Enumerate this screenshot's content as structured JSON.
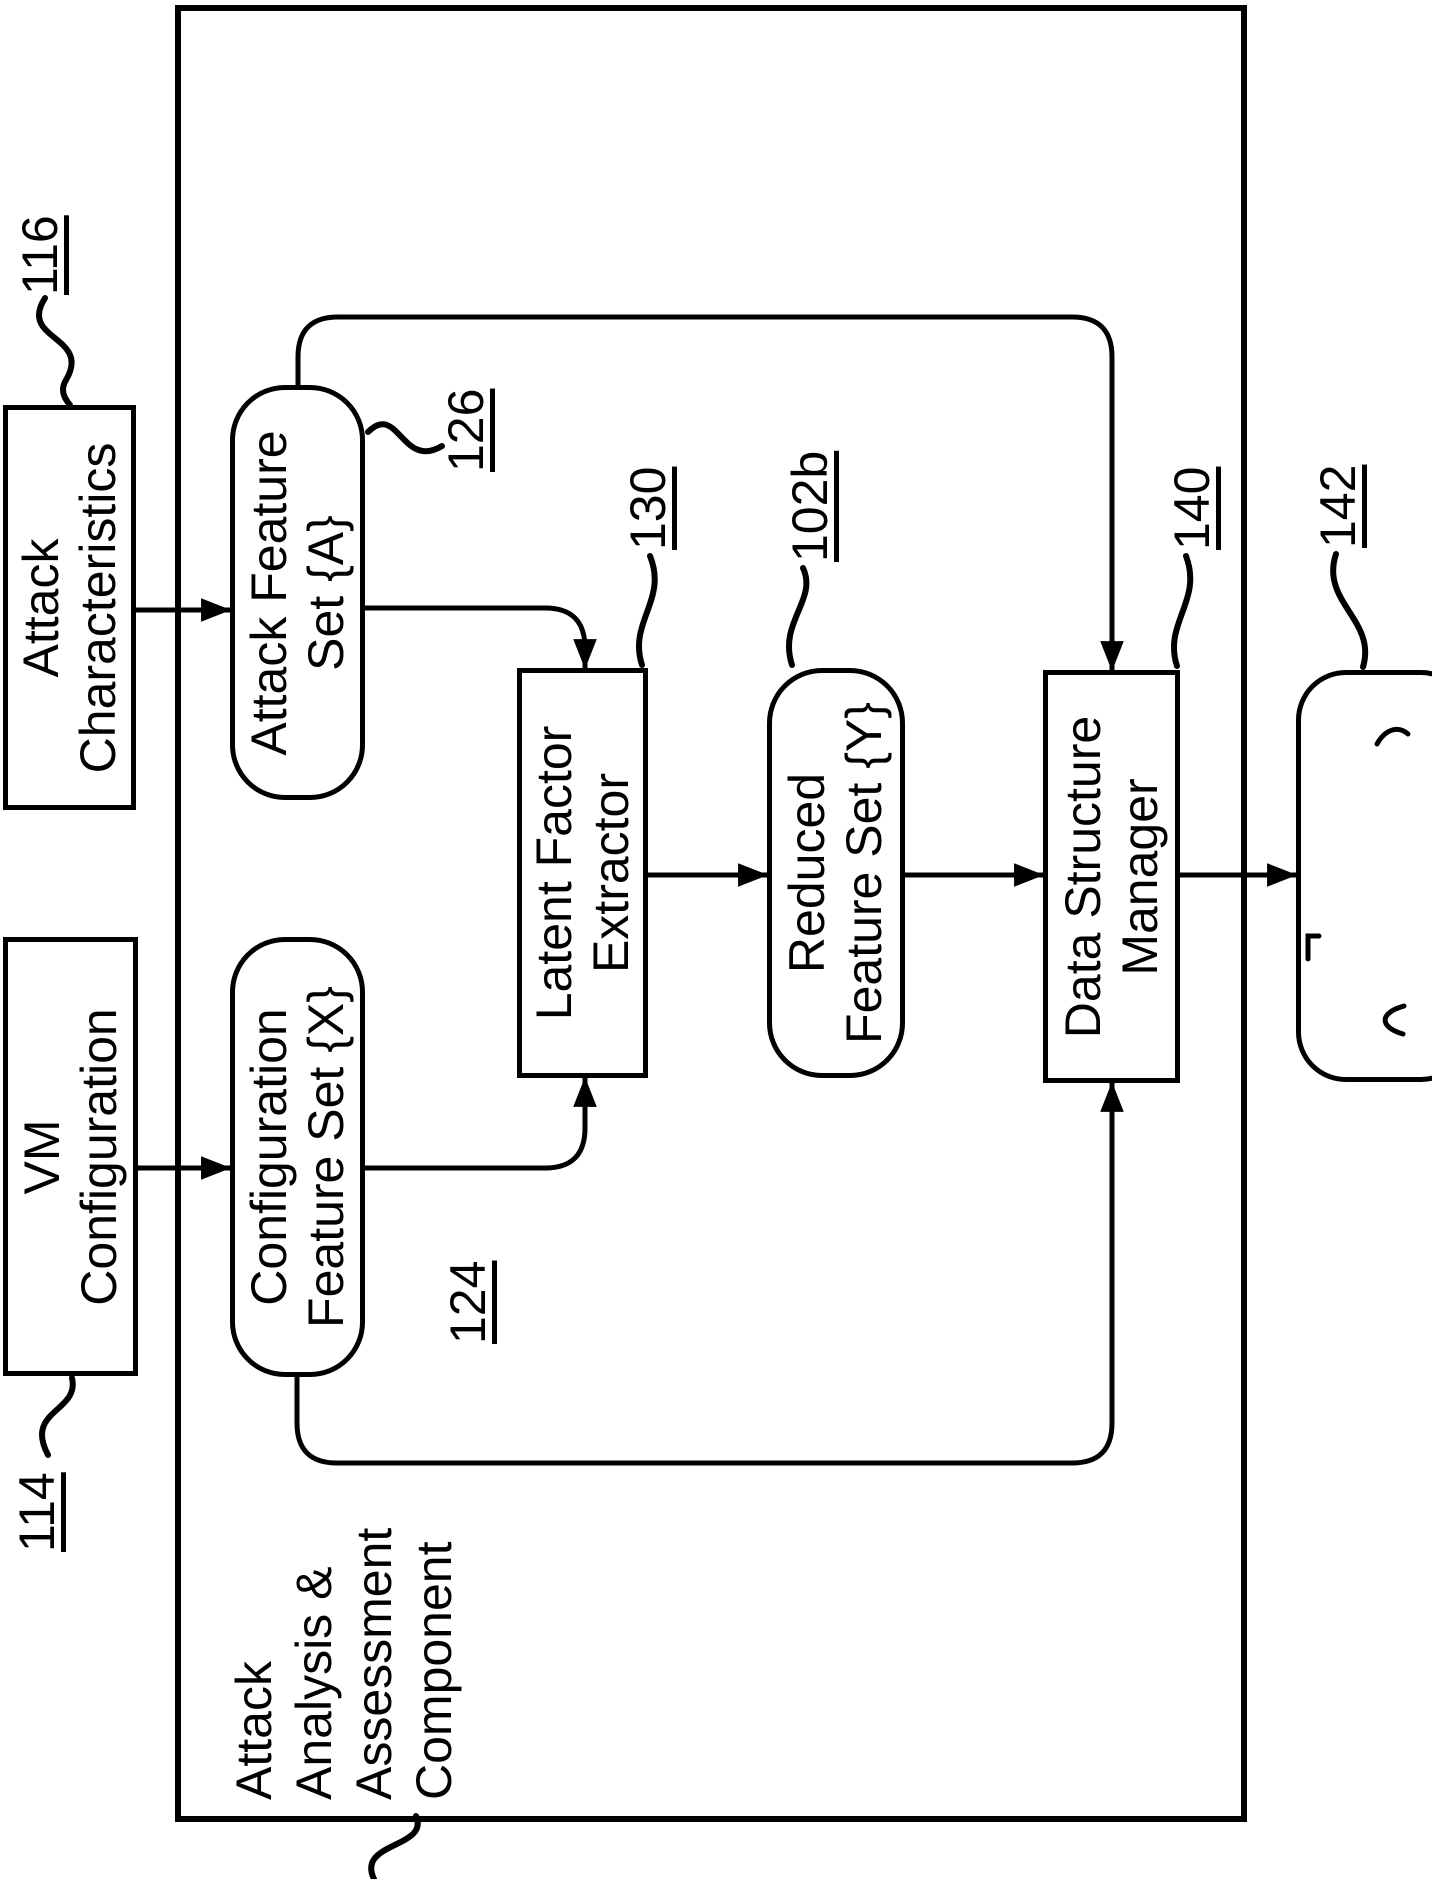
{
  "colors": {
    "ink": "#000000",
    "paper": "#ffffff"
  },
  "outer": {
    "line1": "Attack",
    "line2": "Analysis &",
    "line3": "Assessment",
    "line4": "Component"
  },
  "boxes": {
    "attack_characteristics": {
      "line1": "Attack",
      "line2": "Characteristics",
      "ref": "116"
    },
    "vm_configuration": {
      "line1": "VM",
      "line2": "Configuration",
      "ref": "114"
    },
    "attack_feature_set": {
      "line1": "Attack Feature",
      "line2": "Set {A}",
      "ref": "126"
    },
    "config_feature_set": {
      "line1": "Configuration",
      "line2": "Feature Set {X}",
      "ref": "124"
    },
    "latent_factor_extractor": {
      "line1": "Latent Factor",
      "line2": "Extractor",
      "ref": "130"
    },
    "reduced_feature_set": {
      "line1": "Reduced",
      "line2": "Feature Set {Y}",
      "ref": "102b"
    },
    "data_structure_manager": {
      "line1": "Data Structure",
      "line2": "Manager",
      "ref": "140"
    },
    "output_box": {
      "ref": "142"
    }
  },
  "refs": {
    "r116": "116",
    "r114": "114",
    "r126": "126",
    "r124": "124",
    "r130": "130",
    "r102b": "102b",
    "r140": "140",
    "r142": "142"
  }
}
